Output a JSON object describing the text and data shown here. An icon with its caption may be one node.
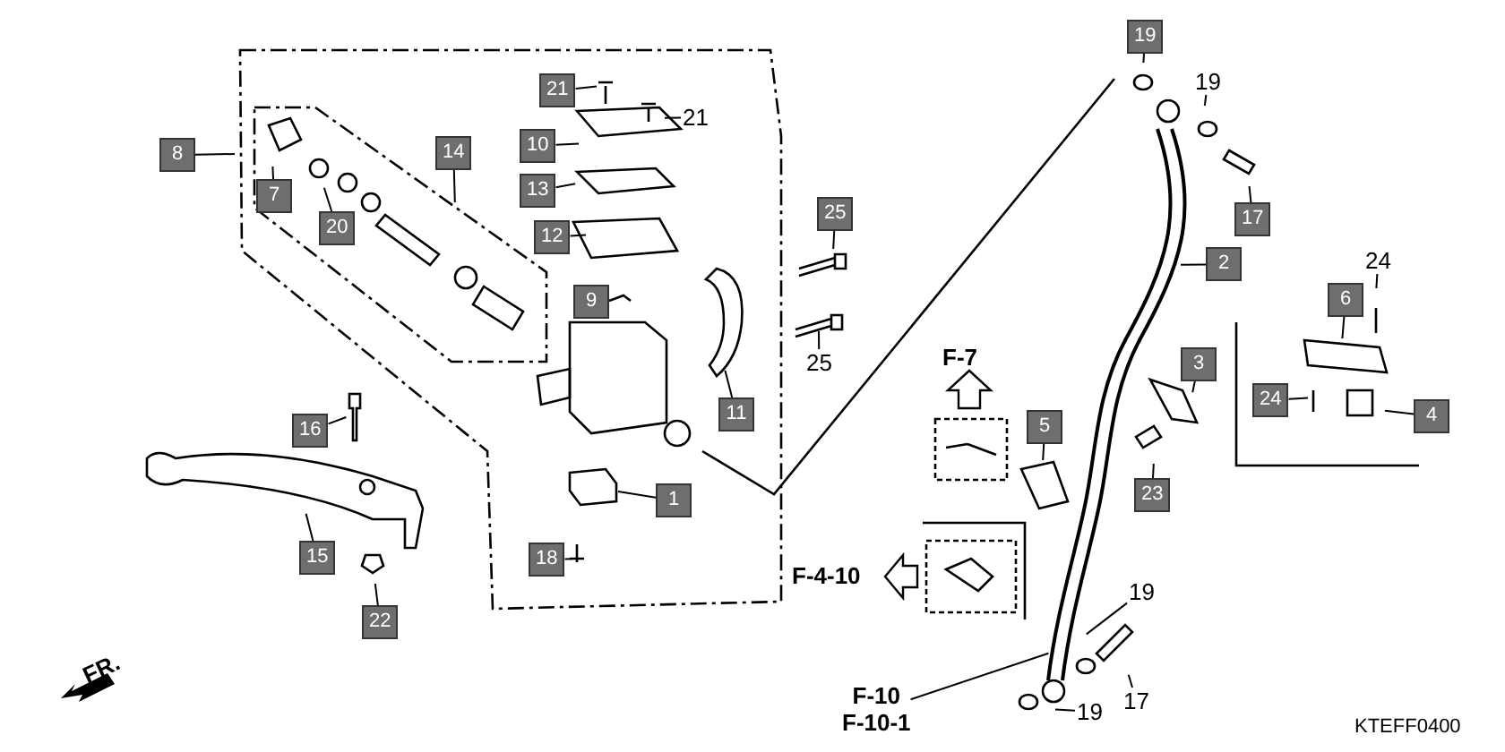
{
  "diagram": {
    "nodes": [
      {
        "text": [
          "19"
        ]
      },
      {
        "text": [
          "19"
        ]
      },
      {
        "text": [
          "21"
        ]
      },
      {
        "text": [
          "21"
        ]
      },
      {
        "text": [
          "8"
        ]
      },
      {
        "text": [
          "10"
        ]
      },
      {
        "text": [
          "14"
        ]
      },
      {
        "text": [
          "7"
        ]
      },
      {
        "text": [
          "20"
        ]
      },
      {
        "text": [
          "13"
        ]
      },
      {
        "text": [
          "25"
        ]
      },
      {
        "text": [
          "17"
        ]
      },
      {
        "text": [
          "12"
        ]
      },
      {
        "text": [
          "2"
        ]
      },
      {
        "text": [
          "24"
        ]
      },
      {
        "text": [
          "9"
        ]
      },
      {
        "text": [
          "6"
        ]
      },
      {
        "text": [
          "25"
        ]
      },
      {
        "text": [
          "3"
        ]
      },
      {
        "text": [
          "24"
        ]
      },
      {
        "text": [
          "11"
        ]
      },
      {
        "text": [
          "4"
        ]
      },
      {
        "text": [
          "5"
        ]
      },
      {
        "text": [
          "16"
        ]
      },
      {
        "text": [
          "23"
        ]
      },
      {
        "text": [
          "1"
        ]
      },
      {
        "text": [
          "15"
        ]
      },
      {
        "text": [
          "18"
        ]
      },
      {
        "text": [
          "19"
        ]
      },
      {
        "text": [
          "22"
        ]
      },
      {
        "text": [
          "F-10",
          "F-10-1"
        ]
      },
      {
        "text": [
          "17"
        ]
      },
      {
        "text": [
          "19"
        ]
      }
    ],
    "edges": [
      {
        "from": 0,
        "to": null,
        "arrow": "none"
      },
      {
        "from": 1,
        "to": null,
        "arrow": "none"
      },
      {
        "from": 2,
        "to": null,
        "arrow": "none"
      },
      {
        "from": 3,
        "to": null,
        "arrow": "none"
      },
      {
        "from": 4,
        "to": null,
        "arrow": "none"
      },
      {
        "from": 5,
        "to": null,
        "arrow": "none"
      },
      {
        "from": 6,
        "to": null,
        "arrow": "none"
      },
      {
        "from": 7,
        "to": null,
        "arrow": "none"
      },
      {
        "from": 8,
        "to": null,
        "arrow": "none"
      },
      {
        "from": 9,
        "to": null,
        "arrow": "none"
      },
      {
        "from": 10,
        "to": null,
        "arrow": "none"
      },
      {
        "from": 11,
        "to": null,
        "arrow": "none"
      },
      {
        "from": 12,
        "to": null,
        "arrow": "none"
      },
      {
        "from": 13,
        "to": null,
        "arrow": "none"
      },
      {
        "from": 14,
        "to": null,
        "arrow": "none"
      },
      {
        "from": 15,
        "to": null,
        "arrow": "none"
      },
      {
        "from": 16,
        "to": null,
        "arrow": "none"
      },
      {
        "from": 17,
        "to": null,
        "arrow": "none"
      },
      {
        "from": 18,
        "to": null,
        "arrow": "none"
      },
      {
        "from": 19,
        "to": null,
        "arrow": "none"
      },
      {
        "from": 20,
        "to": null,
        "arrow": "none"
      },
      {
        "from": 21,
        "to": null,
        "arrow": "none"
      },
      {
        "from": 22,
        "to": null,
        "arrow": "none"
      },
      {
        "from": 23,
        "to": null,
        "arrow": "none"
      },
      {
        "from": 24,
        "to": null,
        "arrow": "none"
      },
      {
        "from": 25,
        "to": null,
        "arrow": "none"
      },
      {
        "from": 26,
        "to": null,
        "arrow": "none"
      },
      {
        "from": 27,
        "to": null,
        "arrow": "none"
      },
      {
        "from": 28,
        "to": null,
        "arrow": "none"
      },
      {
        "from": 29,
        "to": null,
        "arrow": "none"
      },
      {
        "from": 30,
        "to": null,
        "arrow": "none"
      },
      {
        "from": 31,
        "to": null,
        "arrow": "none"
      },
      {
        "from": 32,
        "to": null,
        "arrow": "none"
      }
    ],
    "labels": [
      "F-7",
      "F-4-10",
      "FR.",
      "KTEFF0400"
    ]
  }
}
